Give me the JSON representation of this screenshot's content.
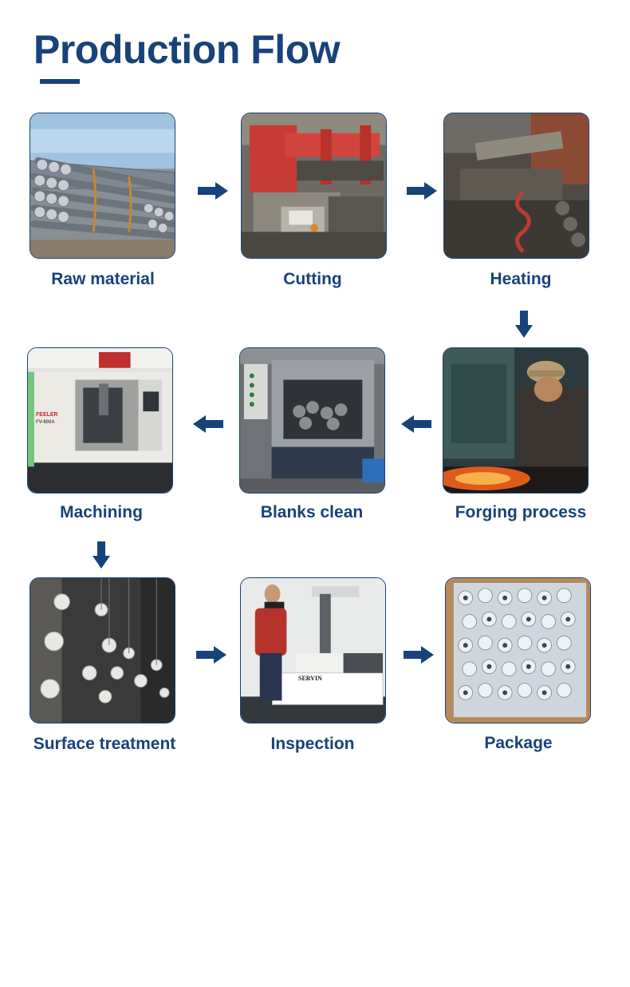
{
  "title": "Production Flow",
  "accent_color": "#18427a",
  "steps": [
    {
      "label": "Raw material"
    },
    {
      "label": "Cutting"
    },
    {
      "label": "Heating"
    },
    {
      "label": "Forging process"
    },
    {
      "label": "Blanks clean"
    },
    {
      "label": "Machining"
    },
    {
      "label": "Surface treatment"
    },
    {
      "label": "Inspection"
    },
    {
      "label": "Package"
    }
  ],
  "photo_text": {
    "machining_brand": "FEELER",
    "machining_model": "FV-800A",
    "inspection_brand": "SERVIN"
  }
}
